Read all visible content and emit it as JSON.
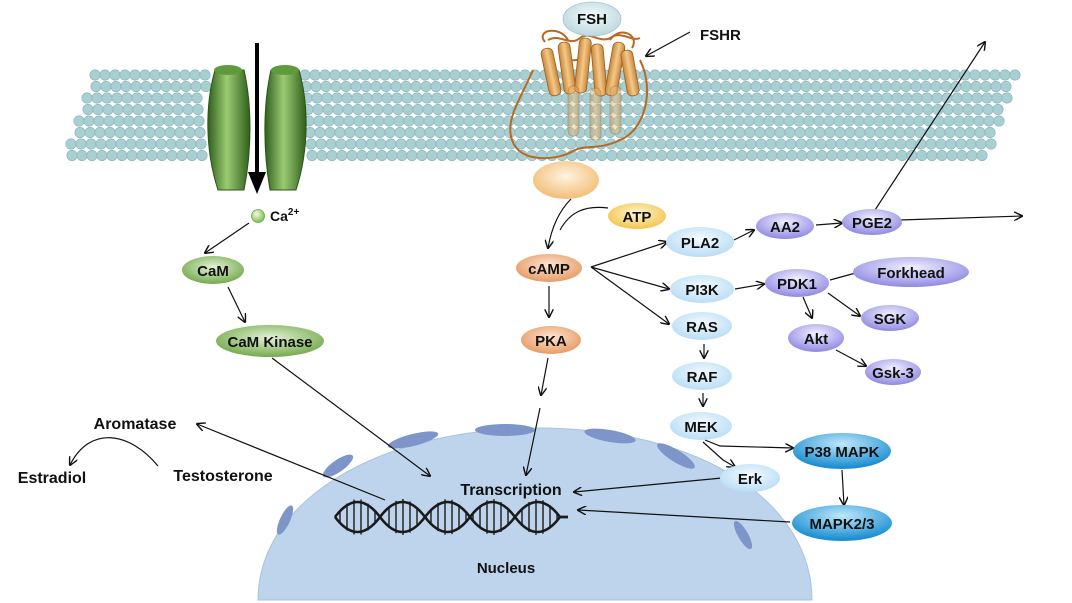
{
  "membrane": {
    "receptor": "FSHR",
    "ligand": "FSH"
  },
  "channel": {
    "ion_base": "Ca",
    "ion_charge": "2+"
  },
  "nodes": {
    "atp": "ATP",
    "camp": "cAMP",
    "pka": "PKA",
    "cam": "CaM",
    "cam_kinase": "CaM Kinase",
    "pla2": "PLA2",
    "aa2": "AA2",
    "pge2": "PGE2",
    "pi3k": "PI3K",
    "pdk1": "PDK1",
    "forkhead": "Forkhead",
    "sgk": "SGK",
    "akt": "Akt",
    "gsk3": "Gsk-3",
    "ras": "RAS",
    "raf": "RAF",
    "mek": "MEK",
    "erk": "Erk",
    "p38": "P38 MAPK",
    "mapk23": "MAPK2/3"
  },
  "labels": {
    "transcription": "Transcription",
    "nucleus": "Nucleus",
    "aromatase": "Aromatase",
    "estradiol": "Estradiol",
    "testosterone": "Testosterone"
  },
  "colors": {
    "membrane_bead": "#a9cfd3",
    "nucleus": "#bdd4ec",
    "nuclear_pore": "#7e95c9",
    "channel_green": "#4f8a32",
    "receptor_orange": "#e3a455",
    "green_node": "#8fbf6c",
    "orange_node": "#f0b48a",
    "light_blue_node": "#d6ecfb",
    "purple_node": "#b7b3ee",
    "bright_blue_node": "#2aa3df",
    "atp_yellow": "#f7d36a"
  }
}
